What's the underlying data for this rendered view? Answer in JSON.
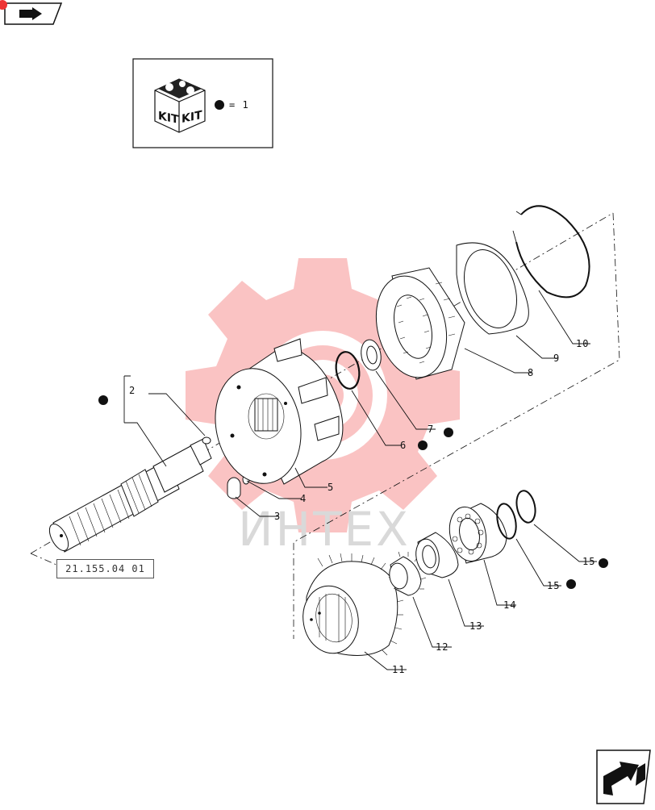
{
  "kit_legend": {
    "text": "= 1",
    "box_text": "KIT"
  },
  "reference": {
    "code": "21.155.04 01"
  },
  "watermark": {
    "text": "ИНТЕХ",
    "color": "#f08a8a"
  },
  "callouts": [
    {
      "id": "c2",
      "label": "2"
    },
    {
      "id": "c3",
      "label": "3"
    },
    {
      "id": "c4",
      "label": "4"
    },
    {
      "id": "c5",
      "label": "5"
    },
    {
      "id": "c6",
      "label": "6"
    },
    {
      "id": "c7",
      "label": "7"
    },
    {
      "id": "c8",
      "label": "8"
    },
    {
      "id": "c9",
      "label": "9"
    },
    {
      "id": "c10",
      "label": "10"
    },
    {
      "id": "c11",
      "label": "11"
    },
    {
      "id": "c12",
      "label": "12"
    },
    {
      "id": "c13",
      "label": "13"
    },
    {
      "id": "c14",
      "label": "14"
    },
    {
      "id": "c15a",
      "label": "15"
    },
    {
      "id": "c15b",
      "label": "15"
    }
  ],
  "icons": {
    "top_left": "folder-arrow-icon",
    "bottom_right": "next-page-arrow-icon",
    "kit": "kit-box-icon",
    "bullet": "kit-bullet-icon"
  }
}
